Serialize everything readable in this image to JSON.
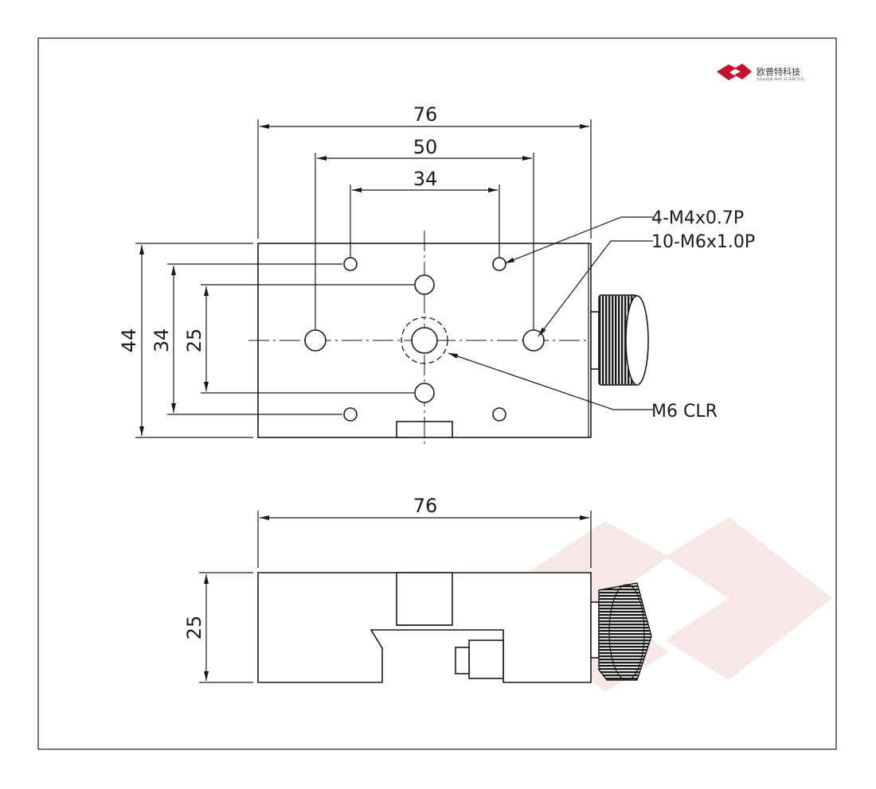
{
  "brand": {
    "name_cn": "欧普特科技",
    "name_en": "GOLDEN WAY SCIENTIFIC",
    "accent_color": "#c8102e",
    "watermark_color": "#f7e6e6"
  },
  "top_view": {
    "dim_overall_width": "76",
    "dim_outer_holes": "50",
    "dim_inner_holes": "34",
    "dim_height_overall": "44",
    "dim_height_holes": "34",
    "dim_height_center_holes": "25"
  },
  "callouts": {
    "small_tapped": "4-M4x0.7P",
    "large_tapped": "10-M6x1.0P",
    "clearance": "M6 CLR"
  },
  "side_view": {
    "dim_width": "76",
    "dim_height": "25"
  }
}
